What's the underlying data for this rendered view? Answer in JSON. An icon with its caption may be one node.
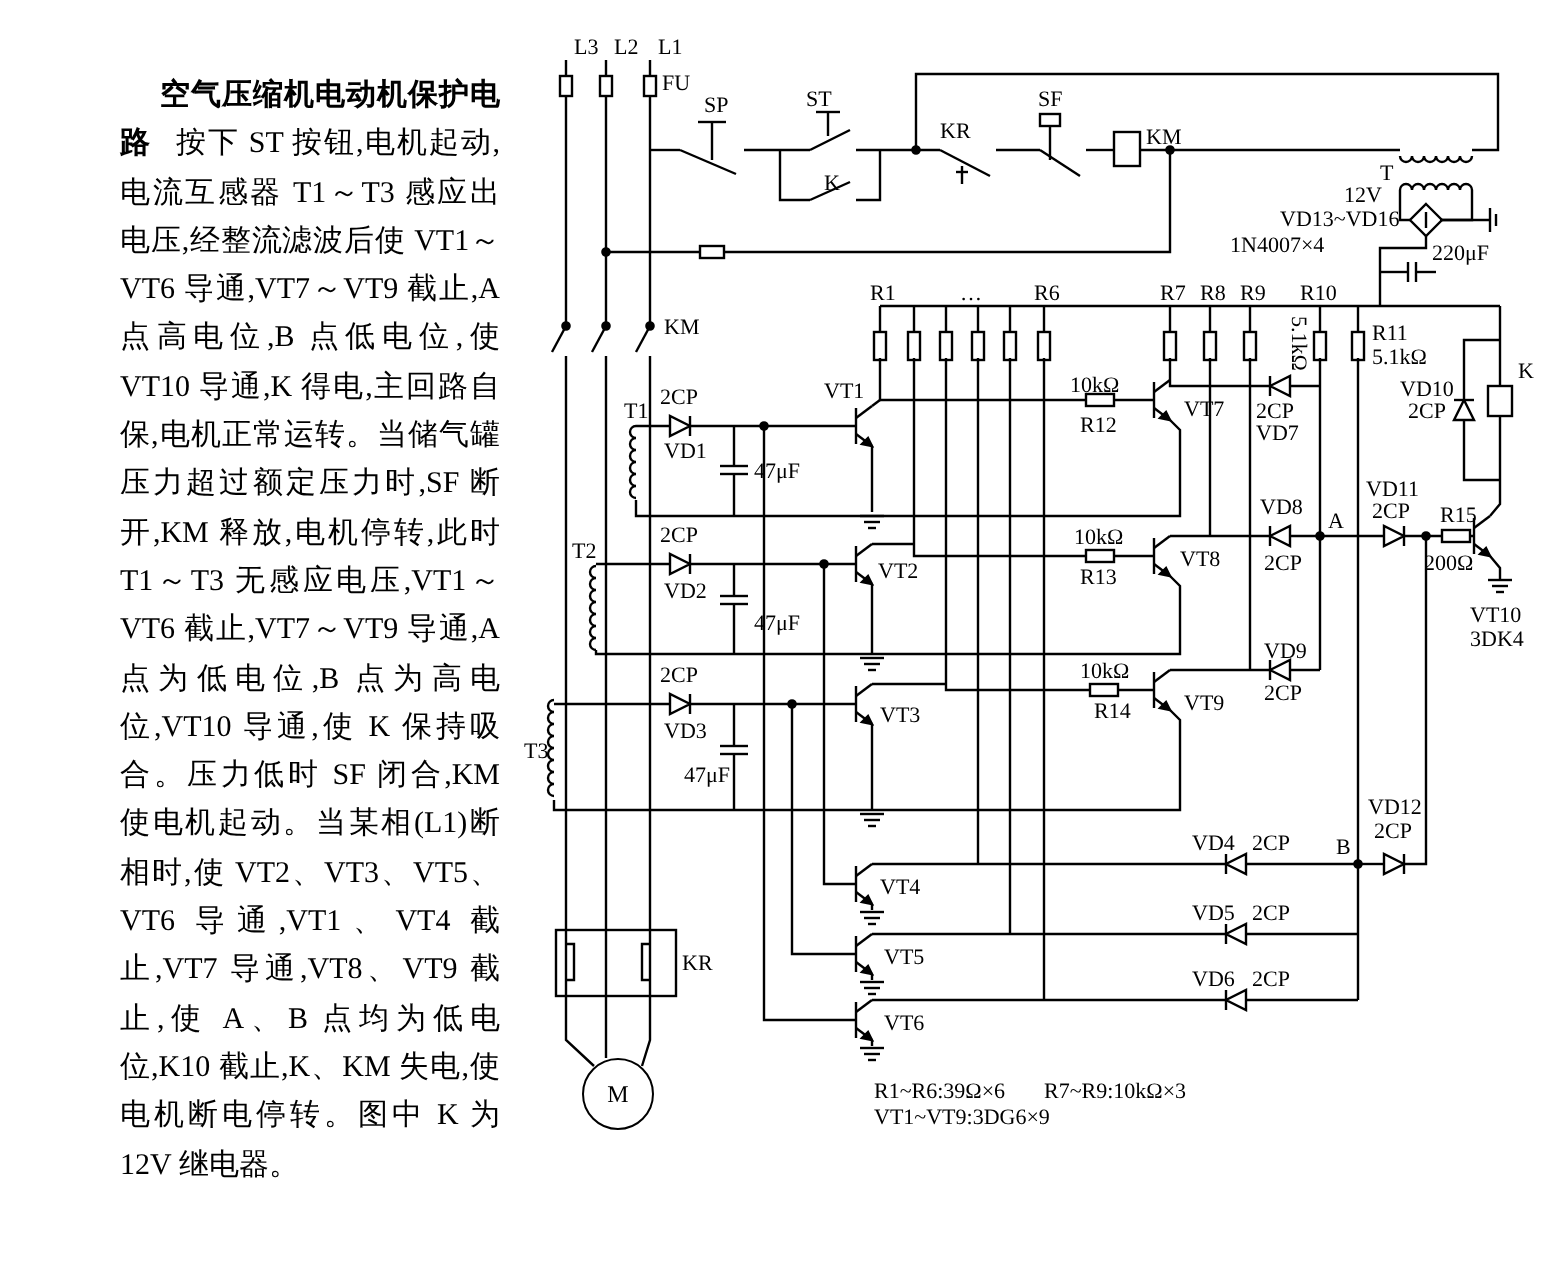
{
  "diagram": {
    "title": "空气压缩机电动机保护电路",
    "nodes": [
      {
        "text": [
          "M"
        ]
      }
    ],
    "labels": [
      "按下 ST 按钮,电机起动,电流互感器 T1～T3 感应出电压,经整流滤波后使 VT1～VT6 导通,VT7～VT9 截止,A 点高电位,B 点低电位,使 VT10 导通,K 得电,主回路自保,电机正常运转。当储气罐压力超过额定压力时,SF 断开,KM 释放,电机停转,此时 T1～T3 无感应电压,VT1～VT6 截止,VT7～VT9 导通,A 点为低电位,B 点为高电位,VT10 导通,使 K 保持吸合。压力低时 SF 闭合,KM 使电机起动。当某相(L1)断相时,使 VT2、VT3、VT5、VT6 导通,VT1、VT4 截止,VT7 导通,VT8、VT9 截止,使 A、B 点均为低电位,K10 截止,K、KM 失电,使电机断电停转。图中 K 为 12V 继电器。",
      "L3",
      "L2",
      "L1",
      "FU",
      "SP",
      "ST",
      "SF",
      "KR",
      "KM",
      "K",
      "T",
      "12V",
      "VD13~VD16",
      "1N4007×4",
      "220μF",
      "R1",
      "…",
      "R6",
      "R7",
      "R8",
      "R9",
      "R10",
      "KM",
      "R11",
      "5.1kΩ",
      "5.1kΩ",
      "K",
      "T1",
      "2CP",
      "VT1",
      "10kΩ",
      "VT7",
      "VD10",
      "2CP",
      "VD1",
      "47μF",
      "R12",
      "2CP",
      "VD7",
      "VD11",
      "VD8",
      "A",
      "2CP",
      "R15",
      "2CP",
      "10kΩ",
      "T2",
      "VT2",
      "R13",
      "VT8",
      "2CP",
      "200Ω",
      "VD2",
      "47μF",
      "VT10",
      "3DK4",
      "VD9",
      "2CP",
      "10kΩ",
      "VT3",
      "R14",
      "VT9",
      "2CP",
      "VD3",
      "T3",
      "47μF",
      "VD12",
      "VD4",
      "2CP",
      "2CP",
      "B",
      "VT4",
      "VD5",
      "2CP",
      "KR",
      "VT5",
      "VD6",
      "2CP",
      "VT6",
      "R1~R6:39Ω×6",
      "R7~R9:10kΩ×3",
      "VT1~VT9:3DG6×9"
    ]
  }
}
